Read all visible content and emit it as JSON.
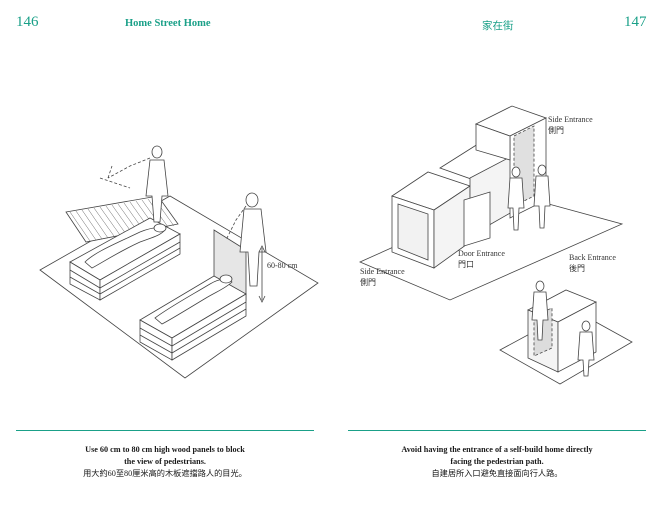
{
  "left_page": {
    "page_number": "146",
    "running_title": "Home Street Home",
    "dimension_label": "60-80 cm",
    "caption": {
      "en_line1": "Use 60 cm to 80 cm high wood panels to block",
      "en_line2": "the view of pedestrians.",
      "zh": "用大約60至80厘米高的木板遮擋路人的目光。"
    }
  },
  "right_page": {
    "page_number": "147",
    "running_title": "家在街",
    "labels": {
      "side_entrance_top_en": "Side Entrance",
      "side_entrance_top_zh": "側門",
      "door_entrance_en": "Door Entrance",
      "door_entrance_zh": "門口",
      "side_entrance_left_en": "Side Entrance",
      "side_entrance_left_zh": "側門",
      "back_entrance_en": "Back Entrance",
      "back_entrance_zh": "後門"
    },
    "caption": {
      "en_line1": "Avoid having the entrance of a self-build home directly",
      "en_line2": "facing the pedestrian path.",
      "zh": "自建居所入口避免直接面向行人路。"
    }
  },
  "colors": {
    "accent": "#1aa088",
    "ink": "#444444"
  }
}
